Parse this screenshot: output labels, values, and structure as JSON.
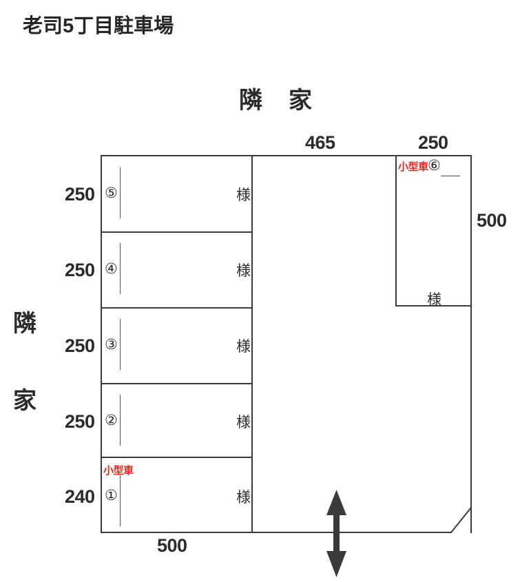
{
  "title": "老司5丁目駐車場",
  "neighbors": {
    "top_label": "隣家",
    "left_char_1": "隣",
    "left_char_2": "家"
  },
  "top_dimensions": [
    {
      "name": "drive-width",
      "value": "465"
    },
    {
      "name": "slot6-width",
      "value": "250"
    }
  ],
  "right_dimension": {
    "value": "500"
  },
  "bottom_dimension": {
    "value": "500"
  },
  "left_column": {
    "slots": [
      {
        "number": "⑤",
        "depth": "250",
        "tenant": "様",
        "compact": ""
      },
      {
        "number": "④",
        "depth": "250",
        "tenant": "様",
        "compact": ""
      },
      {
        "number": "③",
        "depth": "250",
        "tenant": "様",
        "compact": ""
      },
      {
        "number": "②",
        "depth": "250",
        "tenant": "様",
        "compact": ""
      },
      {
        "number": "①",
        "depth": "240",
        "tenant": "様",
        "compact": "小型車"
      }
    ]
  },
  "right_slot": {
    "number": "⑥",
    "compact": "小型車",
    "tenant": "様",
    "width": "250",
    "depth": "500"
  },
  "entrance_arrow": {
    "label": ""
  },
  "colors": {
    "ink": "#2b2b2b",
    "line": "#3a3a3a",
    "compact_red": "#e8281e",
    "paper": "#ffffff"
  }
}
